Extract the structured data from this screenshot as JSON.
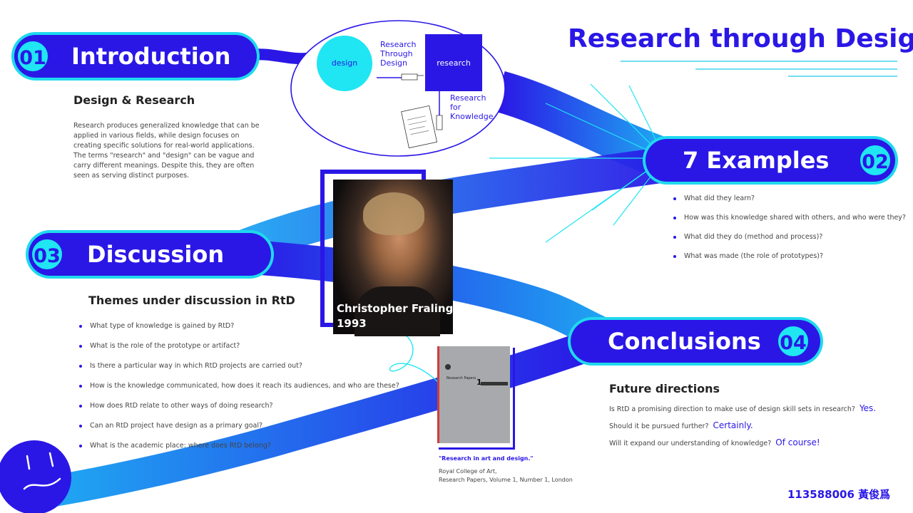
{
  "main_title": "Research through Design",
  "sections": {
    "intro": {
      "number": "01",
      "title": "Introduction",
      "subtitle": "Design & Research",
      "text": "Research produces generalized knowledge that can be applied in various fields, while design focuses on creating specific solutions for real-world applications. The terms \"research\" and \"design\" can be vague and carry different meanings. Despite this, they are often seen as serving distinct purposes."
    },
    "examples": {
      "number": "02",
      "title": "7 Examples",
      "questions": [
        "What did they learn?",
        "How was this knowledge shared with others, and who were they?",
        "What did they do (method and process)?",
        "What was made (the role of prototypes)?"
      ]
    },
    "discussion": {
      "number": "03",
      "title": "Discussion",
      "subtitle": "Themes under discussion in RtD",
      "questions": [
        "What type of knowledge is gained by RtD?",
        "What is the role of the prototype or artifact?",
        "Is there a particular way in which RtD projects are carried out?",
        "How is the knowledge communicated, how does it reach its audiences, and who are these?",
        "How does RtD relate to other ways of doing research?",
        "Can an RtD project have design as a primary goal?",
        "What is the academic place: where does RtD belong?"
      ]
    },
    "conclusions": {
      "number": "04",
      "title": "Conclusions",
      "subtitle": "Future directions",
      "items": [
        {
          "q": "Is RtD a promising direction to make use of design skill sets in research?",
          "a": "Yes."
        },
        {
          "q": "Should it be pursued further?",
          "a": "Certainly."
        },
        {
          "q": "Will it expand our understanding of knowledge?",
          "a": "Of course!"
        }
      ]
    }
  },
  "diagram": {
    "design": "design",
    "research": "research",
    "rtd": "Research\nThrough\nDesign",
    "rfk": "Research\nfor\nKnowledge"
  },
  "portrait": {
    "name": "Christopher Fraling",
    "year": "1993"
  },
  "book": {
    "cover_number": "1",
    "cover_text": "Research Papers",
    "title": "\"Research in art and design.\"",
    "publisher": "Royal College of Art,",
    "series": "Research Papers, Volume 1, Number 1, London"
  },
  "author_id": "113588006 黃俊爲",
  "colors": {
    "primary": "#2a17e6",
    "cyan": "#1fe6f2",
    "title": "#2a17e6"
  }
}
